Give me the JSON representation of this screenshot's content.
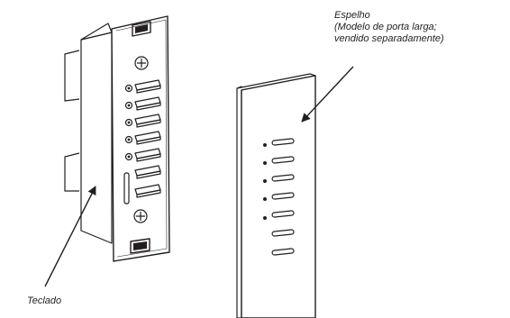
{
  "callouts": {
    "faceplate": {
      "line1": "Espelho",
      "line2": "(Modelo de porta larga;",
      "line3": "vendido separadamente)"
    },
    "keypad": {
      "label": "Teclado"
    }
  },
  "colors": {
    "ink": "#231f20",
    "paper": "#ffffff"
  },
  "parts": {
    "keypad_buttons": 7,
    "keypad_leds": 5,
    "faceplate_button_slots": 7,
    "faceplate_led_holes": 5
  }
}
